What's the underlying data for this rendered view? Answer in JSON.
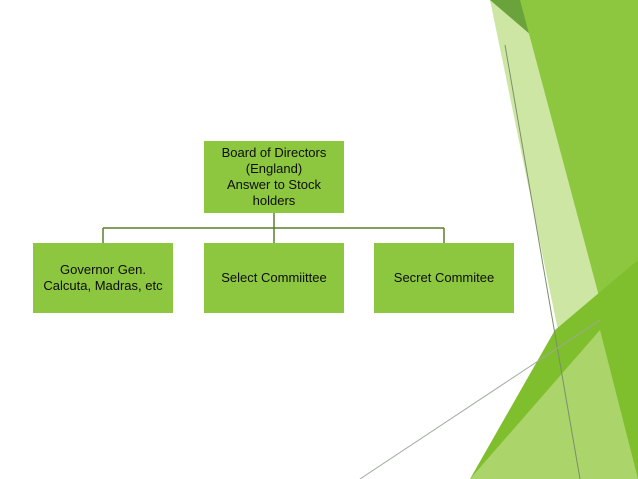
{
  "org_chart": {
    "root": {
      "label": "Board of Directors\n(England)\nAnswer to Stock\nholders"
    },
    "children": [
      {
        "label": "Governor Gen.\nCalcuta, Madras, etc"
      },
      {
        "label": "Select Commiittee"
      },
      {
        "label": "Secret Commitee"
      }
    ]
  },
  "colors": {
    "node_fill": "#8dc63f",
    "connector": "#5a7f2a",
    "accent_light": "#c5e08a",
    "accent_mid": "#8dc63f",
    "accent_dark": "#5e9b35"
  }
}
